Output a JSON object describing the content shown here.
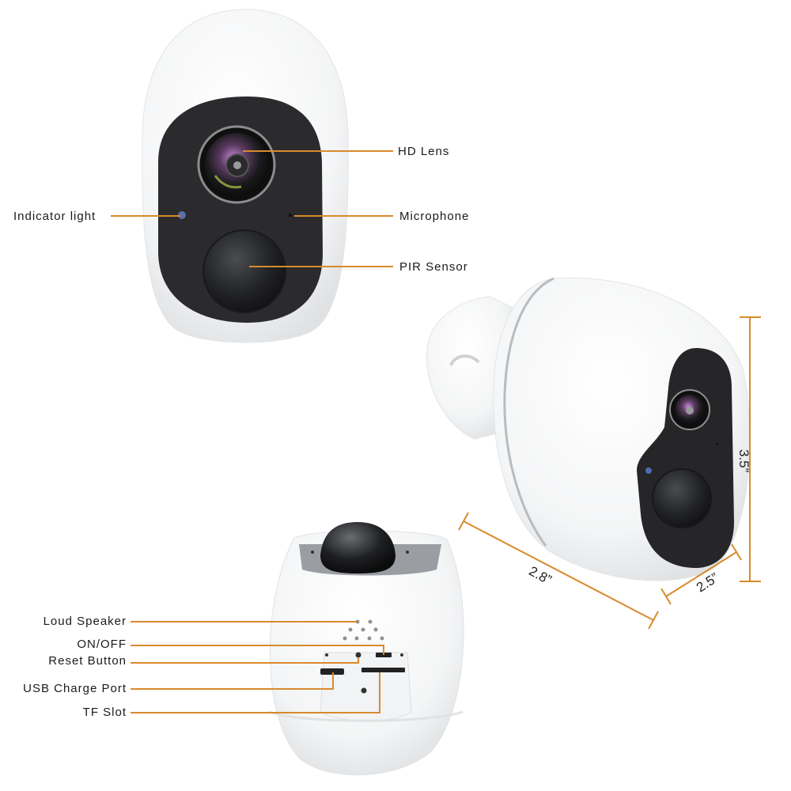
{
  "accent_color": "#d98a2b",
  "front_view": {
    "callouts": [
      {
        "id": "hd-lens",
        "label": "HD Lens"
      },
      {
        "id": "indicator-light",
        "label": "Indicator light"
      },
      {
        "id": "microphone",
        "label": "Microphone"
      },
      {
        "id": "pir-sensor",
        "label": "PIR Sensor"
      }
    ]
  },
  "bottom_view": {
    "callouts": [
      {
        "id": "loud-speaker",
        "label": "Loud Speaker"
      },
      {
        "id": "on-off",
        "label": "ON/OFF"
      },
      {
        "id": "reset-button",
        "label": "Reset Button"
      },
      {
        "id": "usb-charge-port",
        "label": "USB Charge Port"
      },
      {
        "id": "tf-slot",
        "label": "TF Slot"
      }
    ]
  },
  "dimensions": {
    "height": "3.5”",
    "length": "2.8”",
    "width": "2.5”"
  }
}
